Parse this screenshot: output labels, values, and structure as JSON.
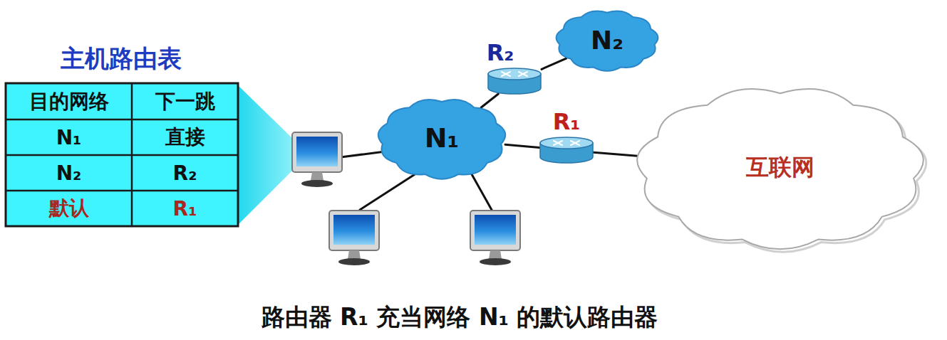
{
  "diagram": {
    "title": "主机路由表",
    "caption": "路由器 R₁ 充当网络 N₁ 的默认路由器",
    "nodes": [
      {
        "text": [
          "N₁"
        ]
      },
      {
        "text": [
          "R₂"
        ]
      },
      {
        "text": [
          "N₂"
        ]
      },
      {
        "text": [
          "R₁"
        ]
      },
      {
        "text": [
          "互联网"
        ]
      }
    ],
    "edges": [
      {
        "from": 0,
        "to": 1,
        "arrow": "none"
      },
      {
        "from": 1,
        "to": 2,
        "arrow": "none"
      },
      {
        "from": 0,
        "to": 3,
        "arrow": "none"
      },
      {
        "from": 3,
        "to": 4,
        "arrow": "none"
      }
    ],
    "labels": [
      "目的网络",
      "下一跳",
      "N₁",
      "直接",
      "N₂",
      "R₂",
      "默认",
      "R₁"
    ]
  }
}
